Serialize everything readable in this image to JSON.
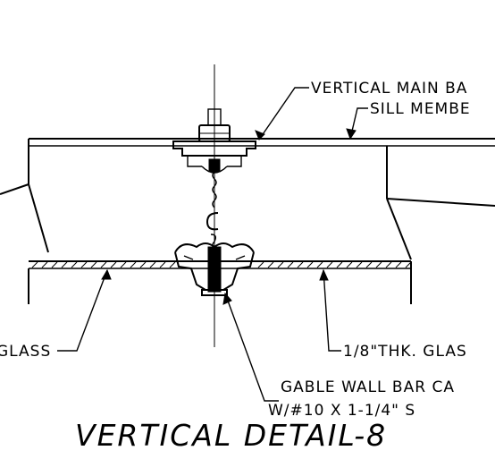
{
  "labels": {
    "vertical_main_bar": "VERTICAL MAIN BA",
    "sill_member": "SILL MEMBE",
    "glass_left": "GLASS",
    "glass_thickness": "1/8\"THK. GLAS",
    "gable_cap_line1": "GABLE WALL BAR CA",
    "gable_cap_line2": "W/#10 X 1-1/4\" S"
  },
  "title": "VERTICAL DETAIL-8"
}
